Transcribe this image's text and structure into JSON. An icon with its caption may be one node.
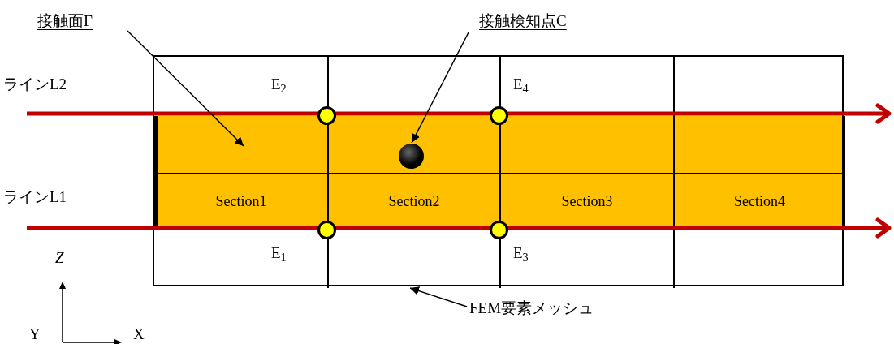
{
  "diagram": {
    "nodes": [
      {
        "text": [
          "接触面Γ"
        ]
      },
      {
        "text": [
          "接触検知点C"
        ]
      },
      {
        "text": [],
        "shape": "box"
      },
      {
        "text": [
          "ラインL2"
        ]
      },
      {
        "text": [],
        "shape": "circle",
        "in": 2
      },
      {
        "text": [],
        "shape": "circle",
        "in": 2
      },
      {
        "text": [],
        "shape": "bar",
        "in": 2
      },
      {
        "text": [],
        "shape": "circle",
        "in": 6
      },
      {
        "text": [
          "ラインL1"
        ]
      },
      {
        "text": [
          "Section1"
        ],
        "in": 2
      },
      {
        "text": [
          "Section2"
        ],
        "in": 2
      },
      {
        "text": [
          "Section3"
        ],
        "in": 2
      },
      {
        "text": [
          "Section4"
        ],
        "in": 2
      },
      {
        "text": [],
        "shape": "circle",
        "in": 2
      },
      {
        "text": [],
        "shape": "circle",
        "in": 2
      },
      {
        "text": [
          "FEM要素メッシュ"
        ]
      }
    ],
    "edges": [
      {
        "from": 0,
        "to": 6,
        "arrow": "to"
      },
      {
        "from": 1,
        "to": 7,
        "arrow": "to"
      },
      {
        "from": 15,
        "to": 2,
        "arrow": "to"
      }
    ],
    "labels": [
      "E$_{2}$",
      "E$_{4}$",
      "Z",
      "E$_{1}$",
      "E$_{3}$",
      "Y",
      "X"
    ]
  }
}
